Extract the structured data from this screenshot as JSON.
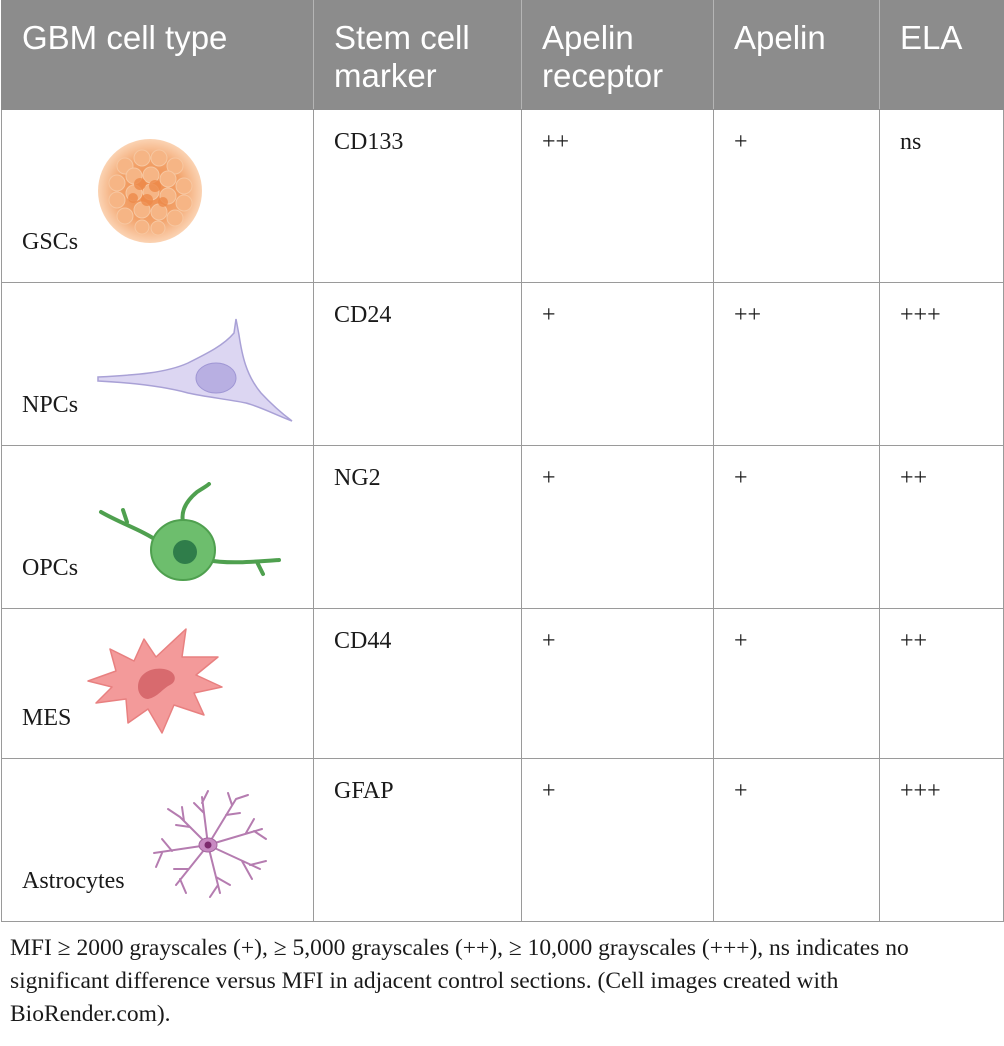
{
  "table": {
    "headers": [
      "GBM cell type",
      "Stem cell marker",
      "Apelin receptor",
      "Apelin",
      "ELA"
    ],
    "rows": [
      {
        "cell_type": "GSCs",
        "marker": "CD133",
        "apelin_receptor": "++",
        "apelin": "+",
        "ela": "ns",
        "icon": "stem-cell-cluster-icon",
        "color": "#f3a56a"
      },
      {
        "cell_type": "NPCs",
        "marker": "CD24",
        "apelin_receptor": "+",
        "apelin": "++",
        "ela": "+++",
        "icon": "neural-progenitor-cell-icon",
        "color": "#cfc9ec"
      },
      {
        "cell_type": "OPCs",
        "marker": "NG2",
        "apelin_receptor": "+",
        "apelin": "+",
        "ela": "++",
        "icon": "oligodendrocyte-progenitor-cell-icon",
        "color": "#6dbe6d"
      },
      {
        "cell_type": "MES",
        "marker": "CD44",
        "apelin_receptor": "+",
        "apelin": "+",
        "ela": "++",
        "icon": "mesenchymal-cell-icon",
        "color": "#f39a9a"
      },
      {
        "cell_type": "Astrocytes",
        "marker": "GFAP",
        "apelin_receptor": "+",
        "apelin": "+",
        "ela": "+++",
        "icon": "astrocyte-icon",
        "color": "#b57cb0"
      }
    ]
  },
  "footnote": "MFI ≥ 2000 grayscales (+), ≥ 5,000 grayscales (++), ≥ 10,000 grayscales (+++), ns indicates no significant difference versus MFI in adjacent control sections. (Cell images created with BioRender.com).",
  "colors": {
    "header_bg": "#8c8c8c",
    "border": "#9a9a9a"
  }
}
